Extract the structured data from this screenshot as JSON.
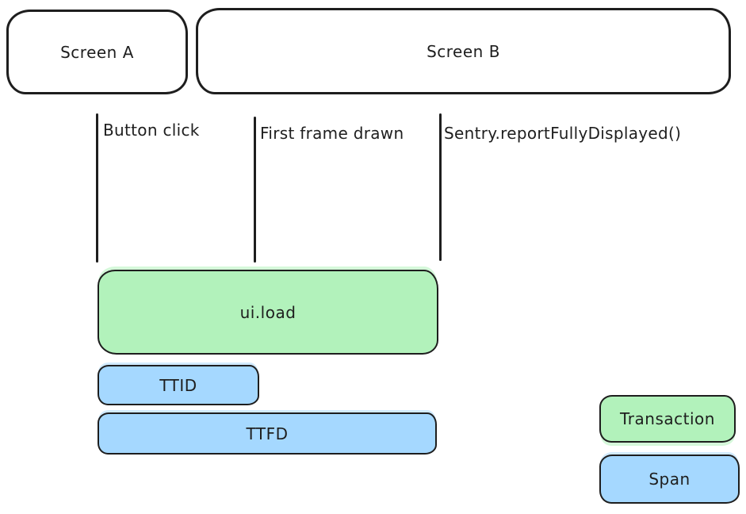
{
  "colors": {
    "transaction": "#b2f2bb",
    "span": "#a5d8ff",
    "stroke": "#1e1e1e",
    "canvas": "#ffffff"
  },
  "screens": [
    {
      "label": "Screen A"
    },
    {
      "label": "Screen B"
    }
  ],
  "markers": [
    {
      "label": "Button click"
    },
    {
      "label": "First frame drawn"
    },
    {
      "label": "Sentry.reportFullyDisplayed()"
    }
  ],
  "bars": [
    {
      "label": "ui.load",
      "kind": "transaction"
    },
    {
      "label": "TTID",
      "kind": "span"
    },
    {
      "label": "TTFD",
      "kind": "span"
    }
  ],
  "legend": [
    {
      "label": "Transaction",
      "kind": "transaction"
    },
    {
      "label": "Span",
      "kind": "span"
    }
  ]
}
